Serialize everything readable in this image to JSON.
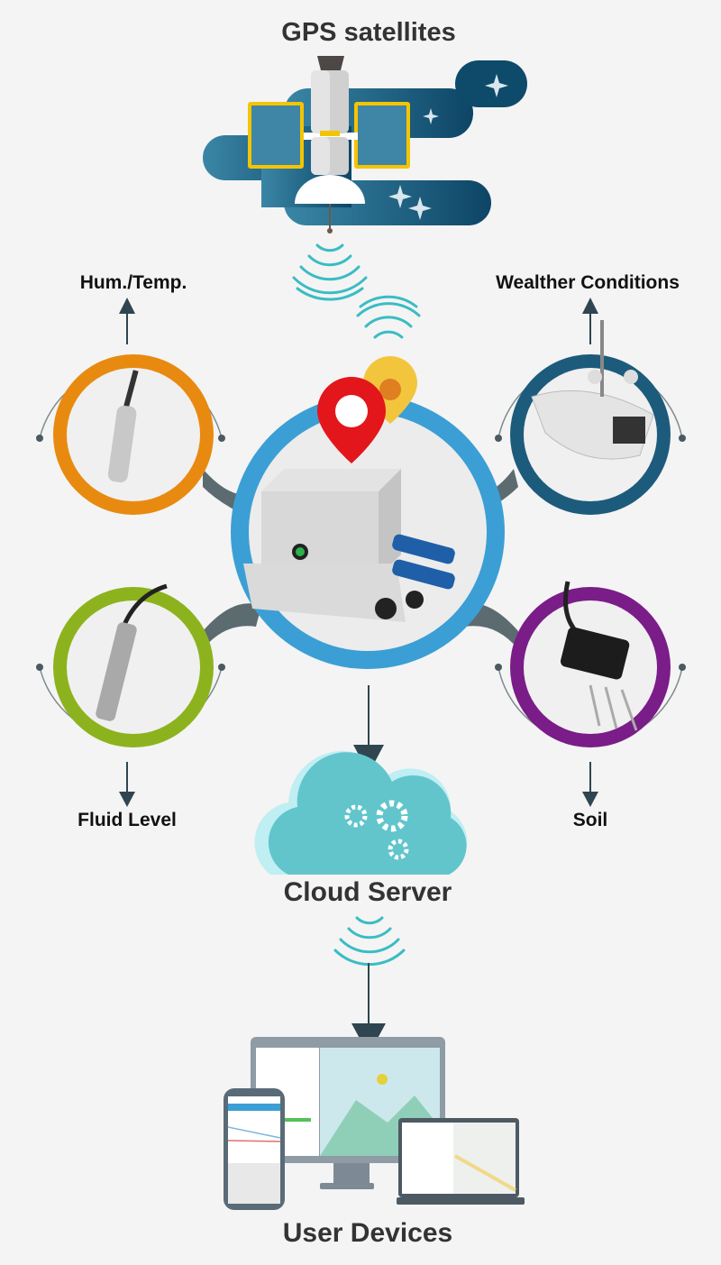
{
  "title": "GPS satellites",
  "nodes": {
    "hum_temp": "Hum./Temp.",
    "weather": "Wealther Conditions",
    "fluid": "Fluid Level",
    "soil": "Soil"
  },
  "cloud": "Cloud Server",
  "devices": "User Devices",
  "colors": {
    "hum_temp": "#e88a10",
    "weather": "#1d5b7c",
    "fluid": "#8cb31d",
    "soil": "#7a1d88",
    "center": "#3b9fd5",
    "signal": "#3bbcc4",
    "arrow": "#2f4550",
    "cloud": "#62c5cc"
  }
}
